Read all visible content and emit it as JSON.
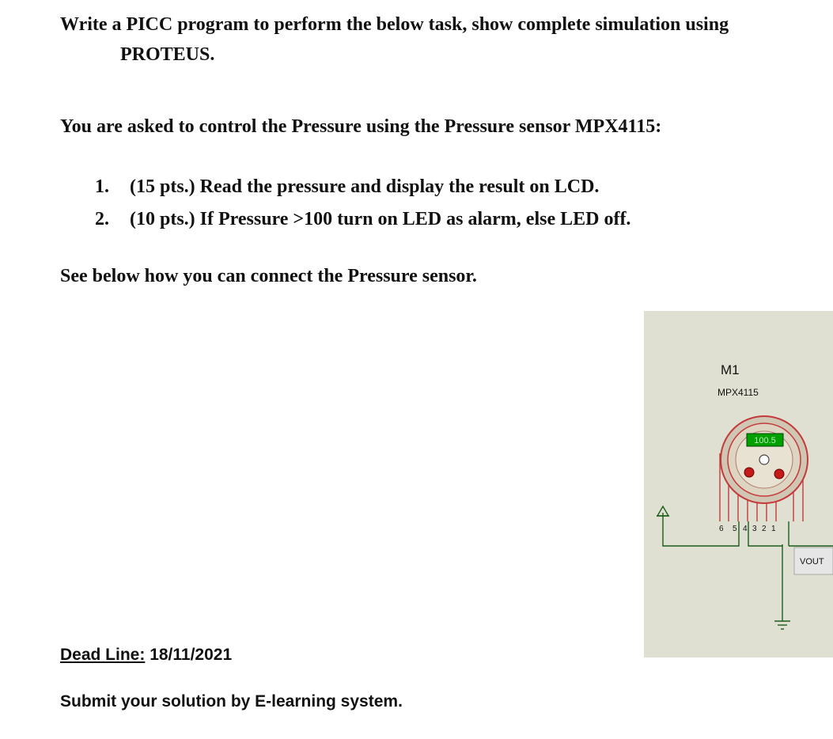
{
  "document": {
    "title_line1": "Write a PICC program to perform the below task, show complete simulation using",
    "title_line2": "PROTEUS.",
    "intro": "You are asked to control the Pressure using the Pressure sensor MPX4115:",
    "tasks": [
      {
        "number": "1.",
        "text": "(15 pts.) Read the pressure and display the result on LCD."
      },
      {
        "number": "2.",
        "text": "(10 pts.) If Pressure >100 turn on LED as alarm, else LED off."
      }
    ],
    "see_below": "See below how you can connect the Pressure sensor.",
    "deadline_label": "Dead Line:",
    "deadline_value": " 18/11/2021",
    "submit": "Submit your solution by E-learning system."
  },
  "schematic": {
    "ref": "M1",
    "part": "MPX4115",
    "display_value": "100.5",
    "pins": [
      "6",
      "5",
      "4",
      "3",
      "2",
      "1"
    ],
    "output_label": "VOUT",
    "colors": {
      "background": "#e0e0d2",
      "wire": "#1a5c1a",
      "component": "#c43a3a",
      "display": "#00a000"
    }
  }
}
